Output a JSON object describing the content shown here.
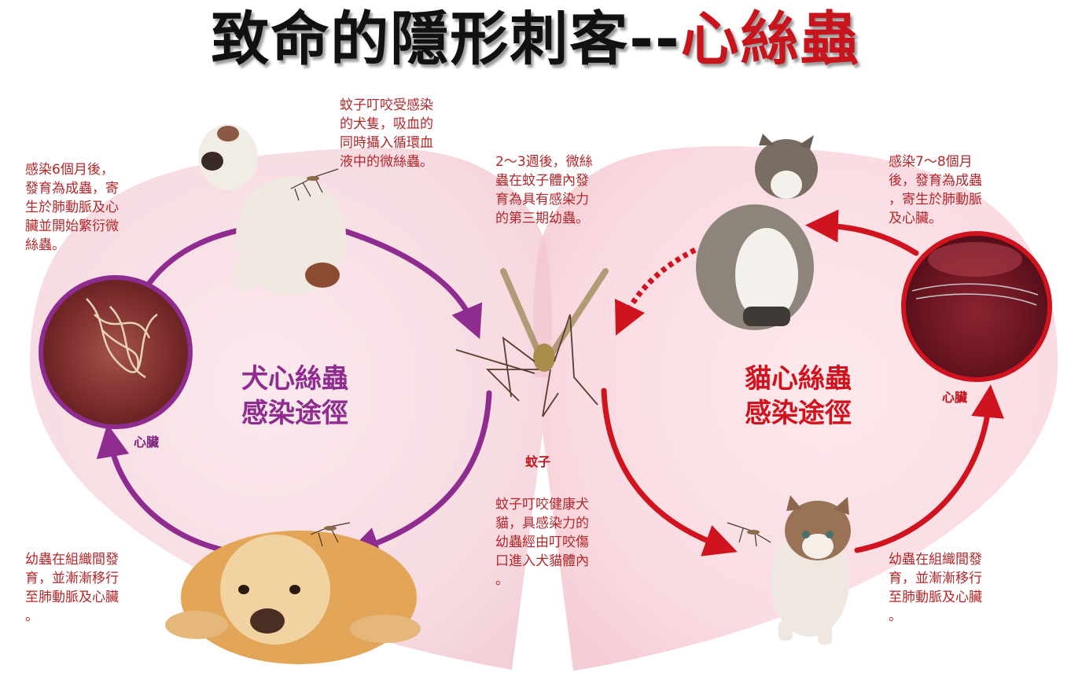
{
  "title": {
    "main": "致命的隱形刺客",
    "dash": "--",
    "highlight": "心絲蟲"
  },
  "colors": {
    "dog_cycle": "#8e2c8f",
    "cat_cycle": "#d0141f",
    "note_text": "#b3262a",
    "heart_fill": "#f9dde2"
  },
  "dog_cycle": {
    "heading_line1": "犬心絲蟲",
    "heading_line2": "感染途徑",
    "heart_label": "心臟",
    "note_adult": "感染6個月後，\n發育為成蟲，寄\n生於肺動脈及心\n臟並開始繁衍微\n絲蟲。",
    "note_larva": "幼蟲在組織間發\n育，並漸漸移行\n至肺動脈及心臟\n。"
  },
  "cat_cycle": {
    "heading_line1": "貓心絲蟲",
    "heading_line2": "感染途徑",
    "heart_label": "心臟",
    "note_adult": "感染7～8個月\n後，發育為成蟲\n，寄生於肺動脈\n及心臟。",
    "note_larva": "幼蟲在組織間發\n育，並漸漸移行\n至肺動脈及心臟\n。"
  },
  "mosquito": {
    "label": "蚊子",
    "note_bite_infected": "蚊子叮咬受感染\n的犬隻，吸血的\n同時攝入循環血\n液中的微絲蟲。",
    "note_development": "2～3週後，微絲\n蟲在蚊子體內發\n育為具有感染力\n的第三期幼蟲。",
    "note_transmit": "蚊子叮咬健康犬\n貓，具感染力的\n幼蟲經由叮咬傷\n口進入犬貓體內\n。"
  }
}
